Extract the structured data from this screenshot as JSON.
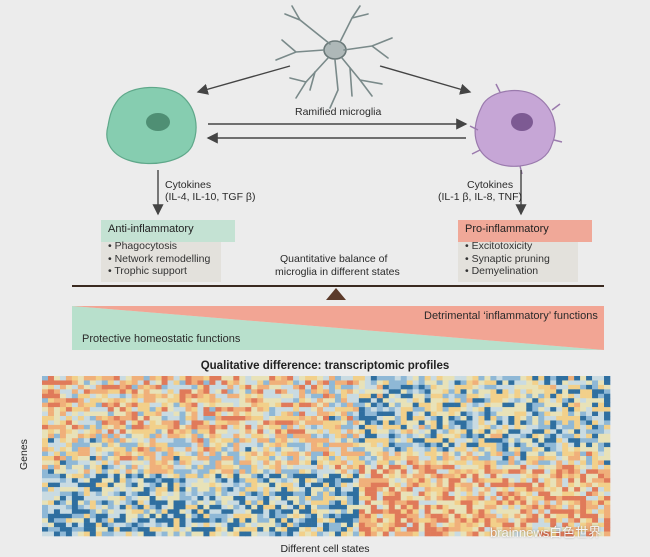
{
  "center_cell": {
    "label": "Ramified microglia"
  },
  "left_branch": {
    "cytokines_title": "Cytokines",
    "cytokines_list": "(IL-4, IL-10, TGF β)",
    "box_title": "Anti-inflammatory",
    "items": [
      "Phagocytosis",
      "Network remodelling",
      "Trophic support"
    ],
    "cell_color": "#7fc9a8"
  },
  "right_branch": {
    "cytokines_title": "Cytokines",
    "cytokines_list": "(IL-1 β, IL-8, TNF)",
    "box_title": "Pro-inflammatory",
    "items": [
      "Excitotoxicity",
      "Synaptic pruning",
      "Demyelination"
    ],
    "cell_color": "#c9a9d6"
  },
  "balance": {
    "line1": "Quantitative balance of",
    "line2": "microglia in different states"
  },
  "functions": {
    "detrimental": "Detrimental ‘inflammatory’ functions",
    "protective": "Protective homeostatic functions",
    "green": "#b8e0cc",
    "red": "#f2a594"
  },
  "heatmap": {
    "title": "Qualitative difference: transcriptomic profiles",
    "y_label": "Genes",
    "x_label": "Different cell states",
    "colors": [
      "#2f6fa0",
      "#8fb8d6",
      "#c9dbe2",
      "#e8e2b8",
      "#f2d08a",
      "#f0b07a",
      "#e07a5a"
    ]
  },
  "watermark": "brainnews白色世界"
}
